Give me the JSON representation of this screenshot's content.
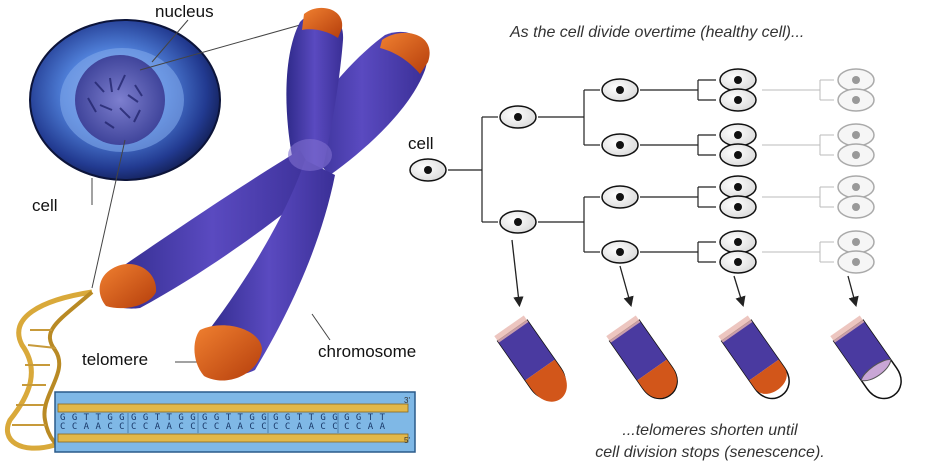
{
  "labels": {
    "nucleus": "nucleus",
    "cell": "cell",
    "telomere": "telomere",
    "chromosome": "chromosome",
    "tree_cell": "cell"
  },
  "captions": {
    "top": "As the cell divide overtime (healthy cell)...",
    "bottom_line1": "...telomeres shorten until",
    "bottom_line2": "cell division stops (senescence)."
  },
  "dna": {
    "top_strand": "G G T T G G G G T T G G G G T T G G G G T T G G G G T T",
    "bottom_strand": "C C A A C C C C A A C C C C A A C C C C A A C C C C A A",
    "end_3": "3'",
    "end_5": "5'"
  },
  "colors": {
    "chromosome": "#4a3aa0",
    "telomere": "#d2561a",
    "dna_box": "#7fb8e6",
    "dna_backbone": "#e2b84a",
    "cell_outer": "#1d2f78",
    "cell_inner": "#4f7fd8"
  }
}
